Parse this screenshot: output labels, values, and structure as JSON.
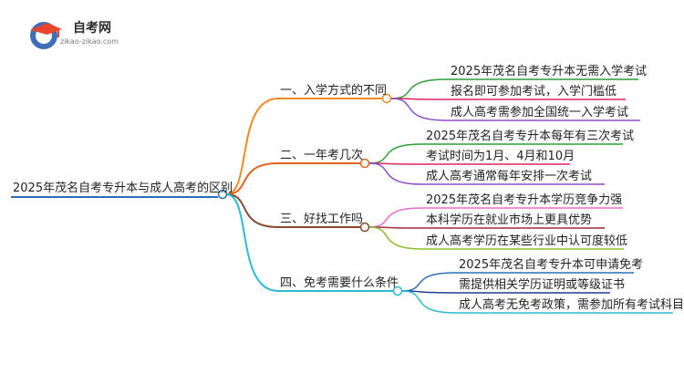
{
  "logo": {
    "icon": "graduation-cap-icon",
    "title": "自考网",
    "url": "zikao-zikao.com"
  },
  "mindmap": {
    "root": "2025年茂名自考专升本与成人高考的区别",
    "branches": [
      {
        "label": "一、入学方式的不同",
        "color": "#f08a24",
        "leaves": [
          {
            "text": "2025年茂名自考专升本无需入学考试",
            "color": "#2e9e3b"
          },
          {
            "text": "报名即可参加考试，入学门槛低",
            "color": "#e0245e"
          },
          {
            "text": "成人高考需参加全国统一入学考试",
            "color": "#8b4fc9"
          }
        ]
      },
      {
        "label": "二、一年考几次",
        "color": "#e0651f",
        "leaves": [
          {
            "text": "2025年茂名自考专升本每年有三次考试",
            "color": "#2e9e3b"
          },
          {
            "text": "考试时间为1月、4月和10月",
            "color": "#e0245e"
          },
          {
            "text": "成人高考通常每年安排一次考试",
            "color": "#8b4fc9"
          }
        ]
      },
      {
        "label": "三、好找工作吗",
        "color": "#8a4a32",
        "leaves": [
          {
            "text": "2025年茂名自考专升本学历竞争力强",
            "color": "#e86bd0"
          },
          {
            "text": "本科学历在就业市场上更具优势",
            "color": "#a52a3a"
          },
          {
            "text": "成人高考学历在某些行业中认可度较低",
            "color": "#8bbf2a"
          }
        ]
      },
      {
        "label": "四、免考需要什么条件",
        "color": "#2bbcd4",
        "leaves": [
          {
            "text": "2025年茂名自考专升本可申请免考",
            "color": "#2a6fb5"
          },
          {
            "text": "需提供相关学历证明或等级证书",
            "color": "#1f3f8f"
          },
          {
            "text": "成人高考无免考政策，需参加所有考试科目",
            "color": "#2bbcd4"
          }
        ]
      }
    ]
  }
}
